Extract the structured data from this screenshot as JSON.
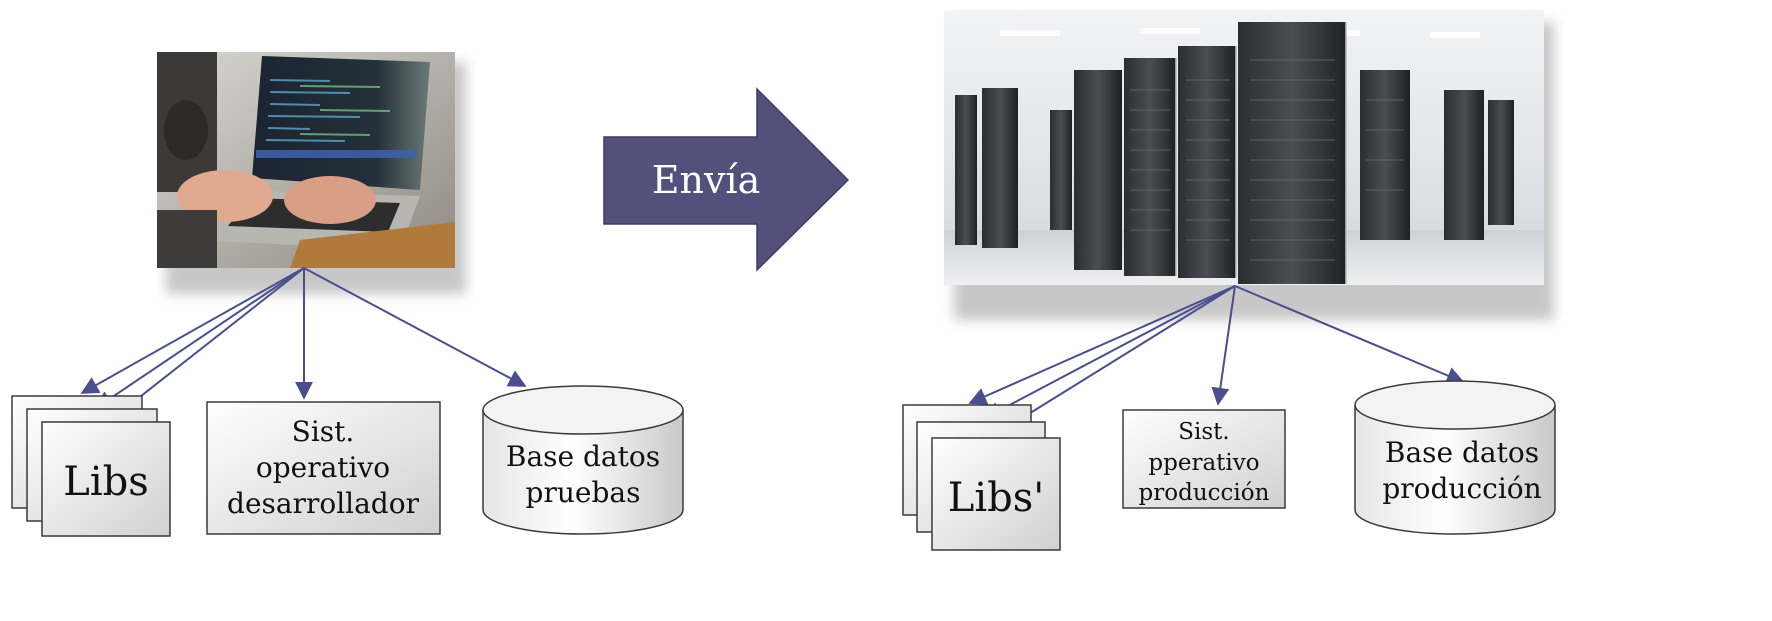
{
  "arrow": {
    "label": "Envía"
  },
  "left": {
    "photo": "developer-laptop-photo",
    "libs": "Libs",
    "os": [
      "Sist.",
      "operativo",
      "desarrollador"
    ],
    "db": [
      "Base datos",
      "pruebas"
    ]
  },
  "right": {
    "photo": "server-room-photo",
    "libs": "Libs'",
    "os": [
      "Sist.",
      "pperativo",
      "producción"
    ],
    "db": [
      "Base datos",
      "producción"
    ]
  },
  "colors": {
    "arrow_fill": "#54507c",
    "connector": "#4a4e8c",
    "box_border": "#3a3a3a"
  }
}
